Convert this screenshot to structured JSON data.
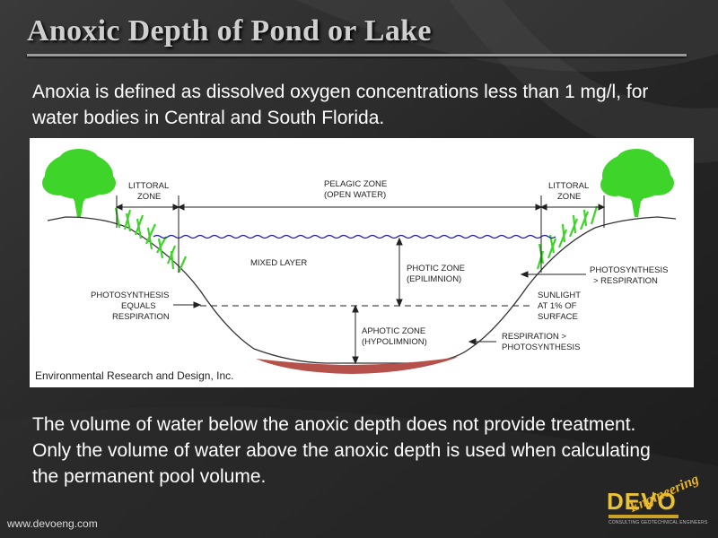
{
  "slide": {
    "title": "Anoxic Depth of Pond or Lake",
    "intro": "Anoxia is defined as dissolved oxygen concentrations less than 1 mg/l, for water bodies in Central and South Florida.",
    "conclusion": "The volume of water below the anoxic depth does not provide treatment.  Only the volume of water above the anoxic depth is used when calculating the permanent pool volume.",
    "footer_url": "www.devoeng.com"
  },
  "figure": {
    "credit": "Environmental Research and Design, Inc.",
    "labels": {
      "littoral_left_1": "LITTORAL",
      "littoral_left_2": "ZONE",
      "pelagic_1": "PELAGIC ZONE",
      "pelagic_2": "(OPEN WATER)",
      "littoral_right_1": "LITTORAL",
      "littoral_right_2": "ZONE",
      "mixed_layer": "MIXED LAYER",
      "photic_1": "PHOTIC ZONE",
      "photic_2": "(EPILIMNION)",
      "photo_resp_1": "PHOTOSYNTHESIS",
      "photo_resp_2": "> RESPIRATION",
      "photo_equals_1": "PHOTOSYNTHESIS",
      "photo_equals_2": "EQUALS",
      "photo_equals_3": "RESPIRATION",
      "sunlight_1": "SUNLIGHT",
      "sunlight_2": "AT 1% OF",
      "sunlight_3": "SURFACE",
      "aphotic_1": "APHOTIC ZONE",
      "aphotic_2": "(HYPOLIMNION)",
      "resp_photo_1": "RESPIRATION >",
      "resp_photo_2": "PHOTOSYNTHESIS"
    },
    "colors": {
      "tree": "#3fd42a",
      "water_line": "#1a1aa0",
      "sediment": "#b5504b"
    }
  },
  "logo": {
    "word": "DEVO",
    "sub": "Engineering",
    "tag": "CONSULTING  GEOTECHNICAL  ENGINEERS"
  }
}
